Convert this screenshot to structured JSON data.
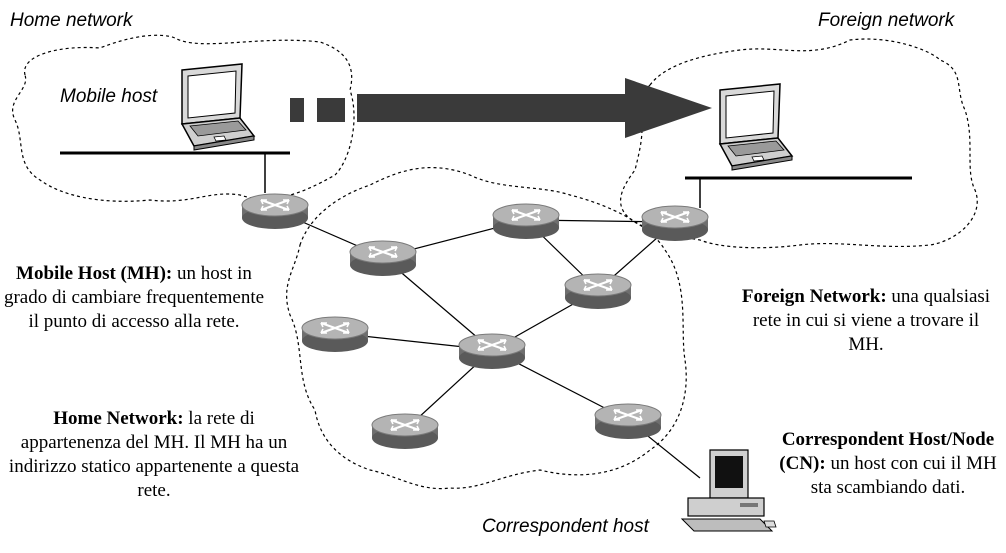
{
  "labels": {
    "home_network": "Home network",
    "foreign_network": "Foreign network",
    "mobile_host": "Mobile host",
    "correspondent_host": "Correspondent host"
  },
  "descriptions": {
    "mh": {
      "term": "Mobile Host (MH):",
      "text": " un host in grado di cambiare frequentemente il punto di accesso alla rete."
    },
    "home": {
      "term": "Home Network:",
      "text": " la rete di appartenenza del MH. Il MH ha un indirizzo statico appartenente a questa rete."
    },
    "foreign": {
      "term": "Foreign Network:",
      "text": " una qualsiasi rete in cui si viene a trovare il MH."
    },
    "cn": {
      "term": "Correspondent Host/Node (CN):",
      "text": " un host con cui il MH sta scambiando dati."
    }
  },
  "colors": {
    "router_top": "#b4b4b4",
    "router_side": "#6e6e6e",
    "arrow": "#3a3a3a",
    "line": "#000000"
  }
}
